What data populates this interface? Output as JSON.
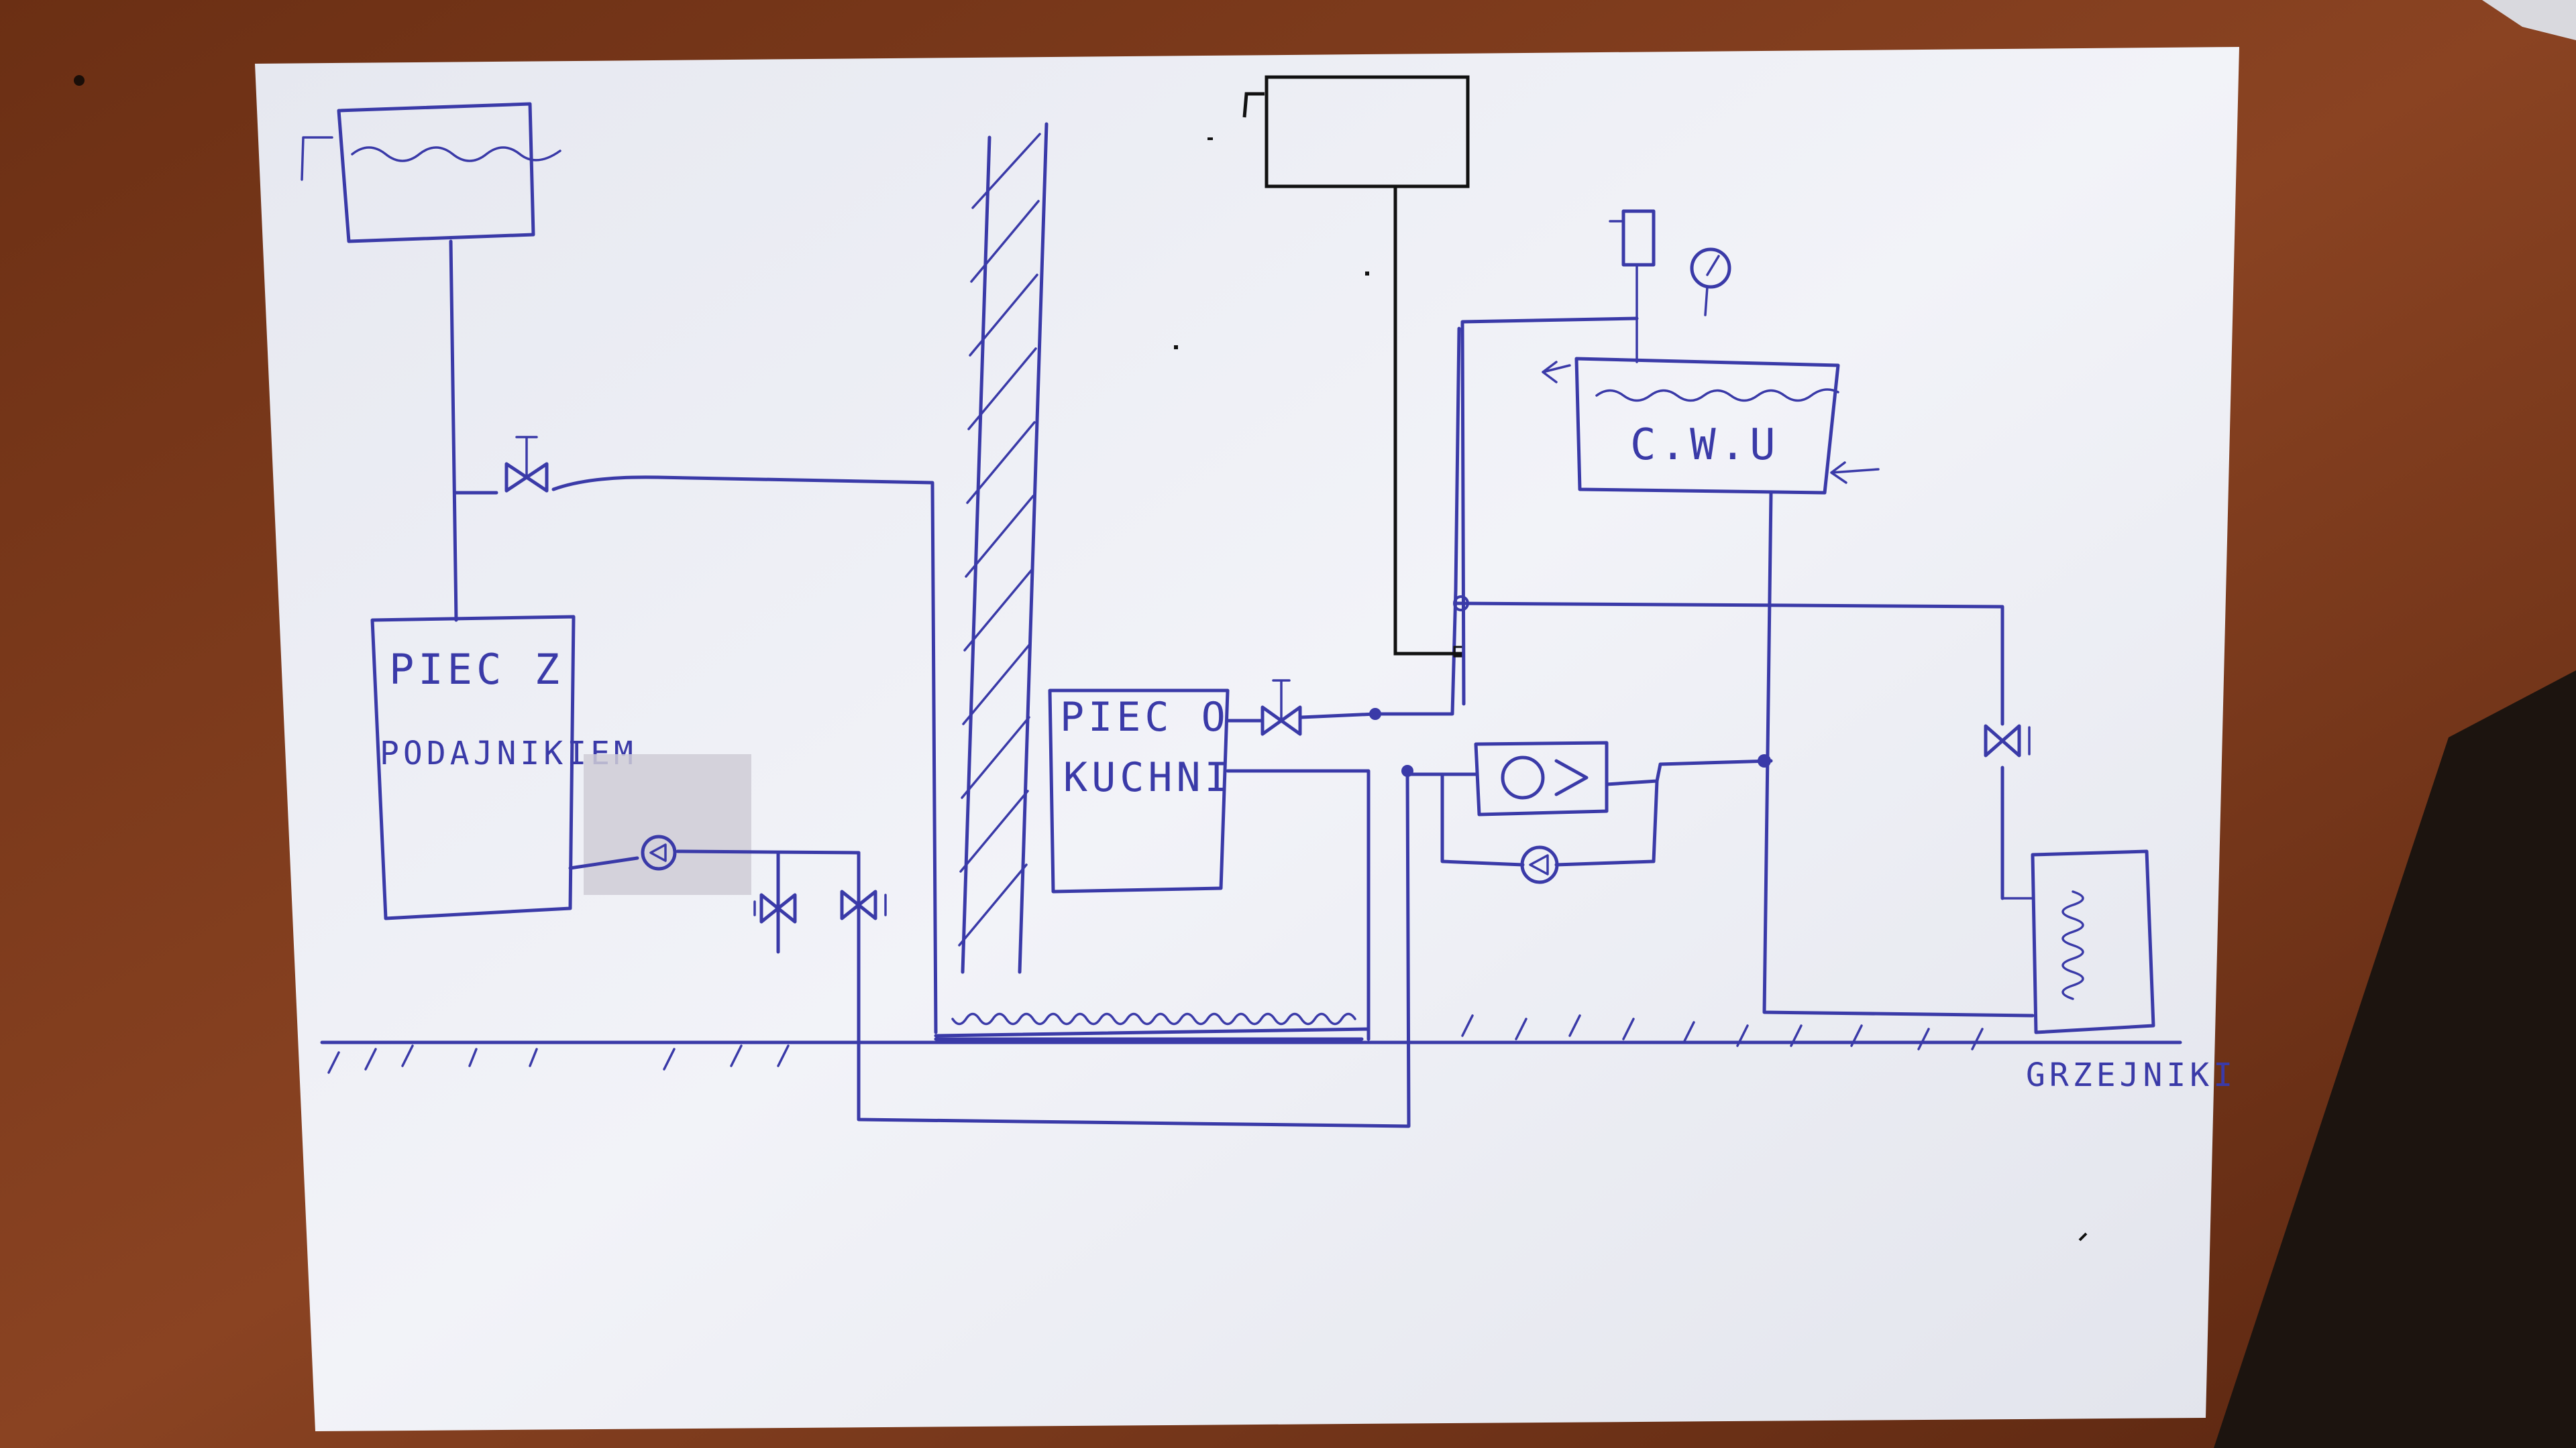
{
  "diagram": {
    "labels": {
      "stove_feeder_line1": "PIEC Z",
      "stove_feeder_line2": "PODAJNIKIEM",
      "stove_kitchen_line1": "PIEC O",
      "stove_kitchen_line2": "KUCHNI",
      "hot_water_tank": "C.W.U",
      "radiators": "GRZEJNIKI"
    },
    "colors": {
      "ink": "#3a3aa8",
      "paper": "#eef0f6",
      "table": "#7a3a1c",
      "redacted_box": "#cfccd6"
    },
    "icons": [
      "valve-icon",
      "pump-icon",
      "pressure-gauge-icon",
      "radiator-coil-icon",
      "wall-hatch",
      "floor-hatch"
    ]
  }
}
